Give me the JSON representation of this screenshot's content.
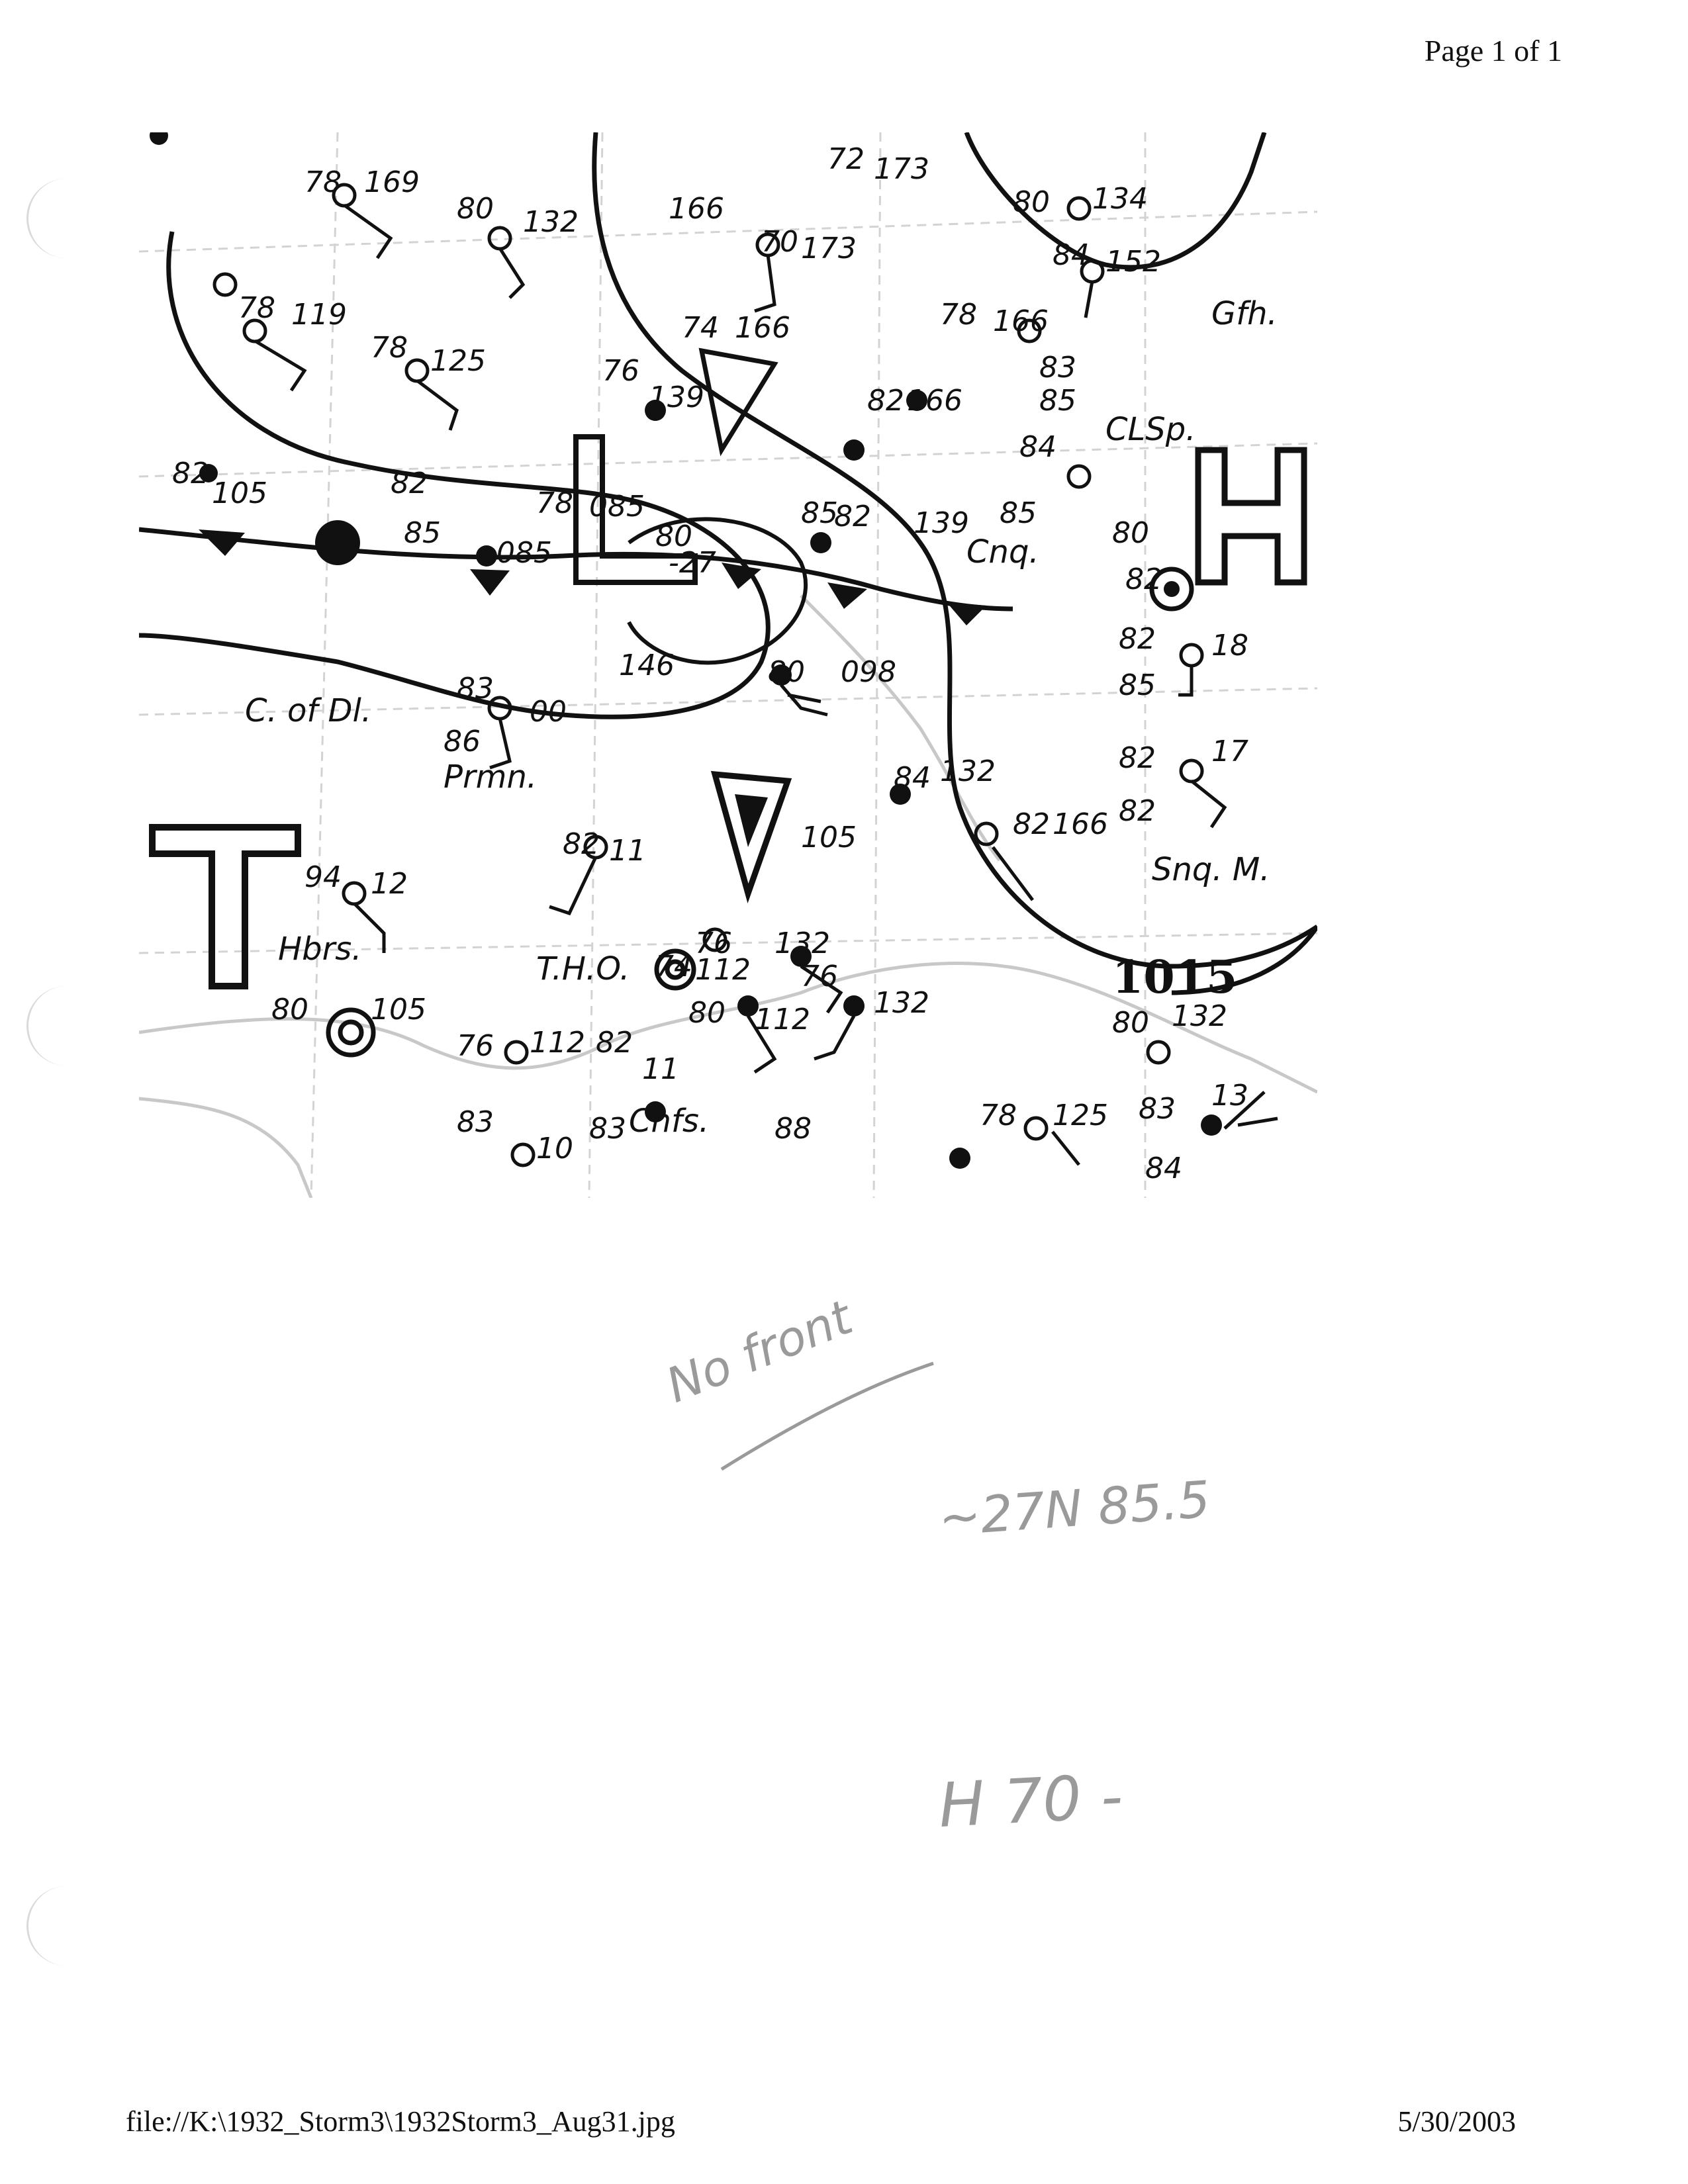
{
  "header": {
    "page_label": "Page 1 of 1"
  },
  "footer": {
    "file_path": "file://K:\\1932_Storm3\\1932Storm3_Aug31.jpg",
    "date": "5/30/2003"
  },
  "map": {
    "isobar_label": "1015",
    "pressure_systems": {
      "low": "L",
      "high": "H",
      "trough": "T",
      "storm_center_value": "146"
    },
    "place_labels": [
      "C. of Dl.",
      "Prmn.",
      "Cnq.",
      "CLSp.",
      "Gfh.",
      "Snq. M.",
      "Hbrs.",
      "T.H.O.",
      "Cnfs."
    ],
    "station_readouts": [
      "78 169",
      "80 132",
      "166",
      "72 173",
      "70 173",
      "80 134",
      "84 152",
      "78 166",
      "74 166",
      "76 139",
      "82 166",
      "83",
      "85",
      "84",
      "85",
      "78 119",
      "78 125",
      "82 105",
      "85 085",
      "82",
      "78 085",
      "80 -27",
      "85 82",
      "139",
      "80 098",
      "80",
      "82",
      "82 18",
      "85",
      "86",
      "83 00",
      "82 17",
      "82",
      "84 132",
      "82 166",
      "105",
      "82 11",
      "76 132",
      "74 112",
      "80 112",
      "76 132",
      "94 12",
      "80 105",
      "76 112",
      "82 11",
      "83",
      "83 10",
      "78 125",
      "83 13",
      "84",
      "80 132",
      "88"
    ]
  },
  "handwritten_notes": {
    "no_front": "No front",
    "coords": "~27N 85.5",
    "intensity": "H 70 -"
  },
  "colors": {
    "ink": "#111111",
    "pencil": "#9a9a9a",
    "faint_map": "#c8c8c8"
  }
}
